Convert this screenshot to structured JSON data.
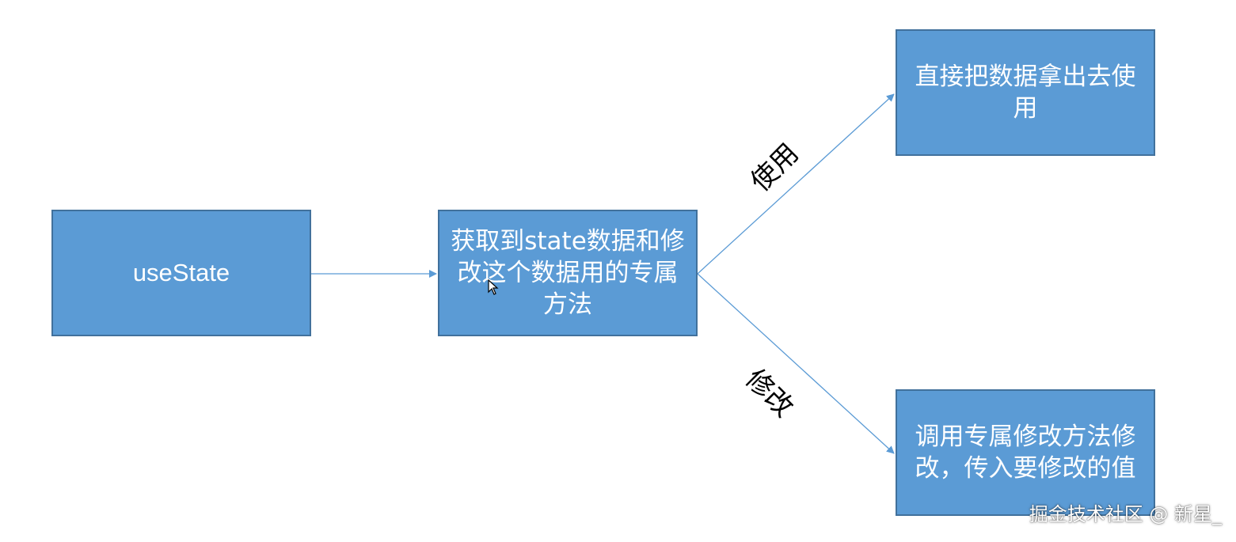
{
  "nodes": {
    "usestate": "useState",
    "get": "获取到state数据和修改这个数据用的专属方法",
    "use": "直接把数据拿出去使用",
    "modify": "调用专属修改方法修改，传入要修改的值"
  },
  "edges": {
    "use_label": "使用",
    "modify_label": "修改"
  },
  "watermark": "掘金技术社区 @ 新星_",
  "colors": {
    "box_fill": "#5b9bd5",
    "box_border": "#41719c",
    "arrow": "#5b9bd5"
  }
}
